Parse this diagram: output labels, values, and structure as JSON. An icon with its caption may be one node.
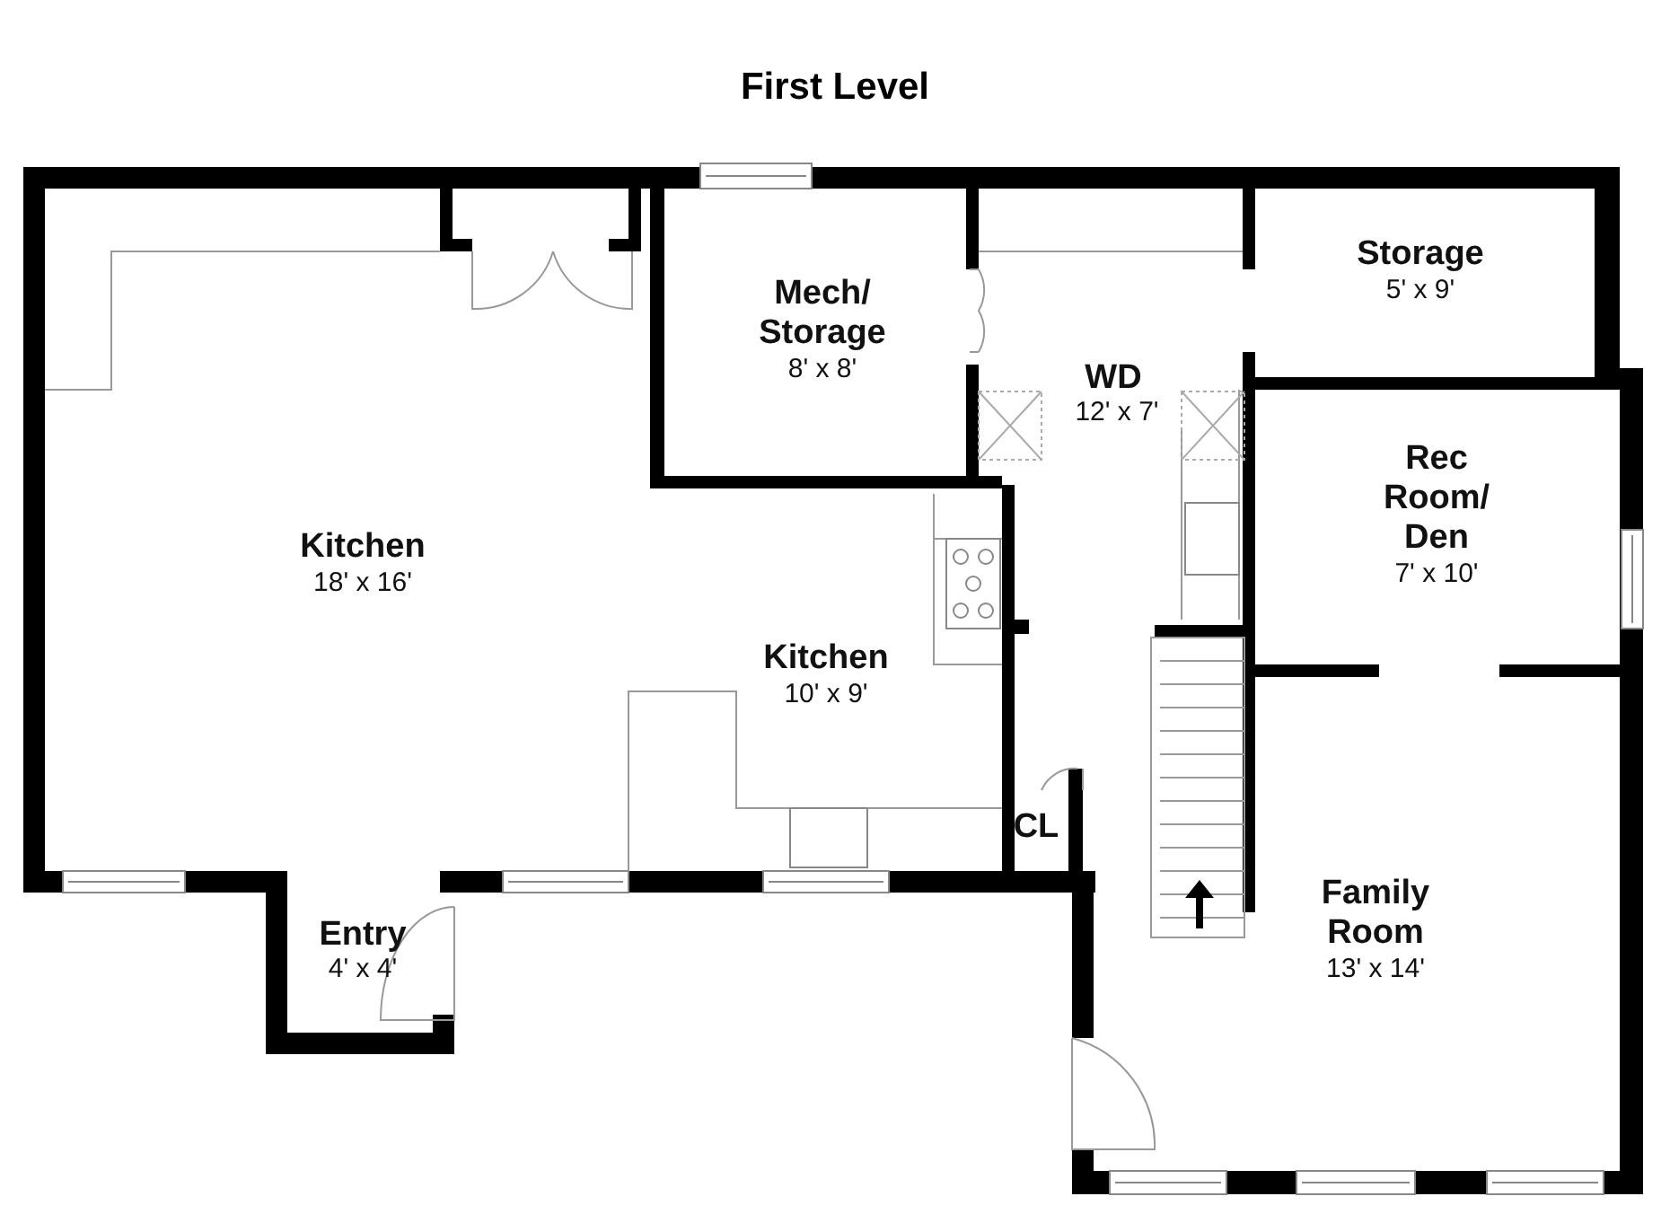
{
  "diagram": {
    "title": "First Level",
    "labels": [
      "Storage",
      "5' x 9'",
      "Mech/ Storage",
      "8' x 8'",
      "WD",
      "12' x 7'",
      "Rec Room/ Den",
      "7' x 10'",
      "Kitchen",
      "18' x 16'",
      "Kitchen",
      "10' x 9'",
      "CL",
      "Family Room",
      "13' x 14'",
      "Entry",
      "4' x 4'"
    ]
  }
}
